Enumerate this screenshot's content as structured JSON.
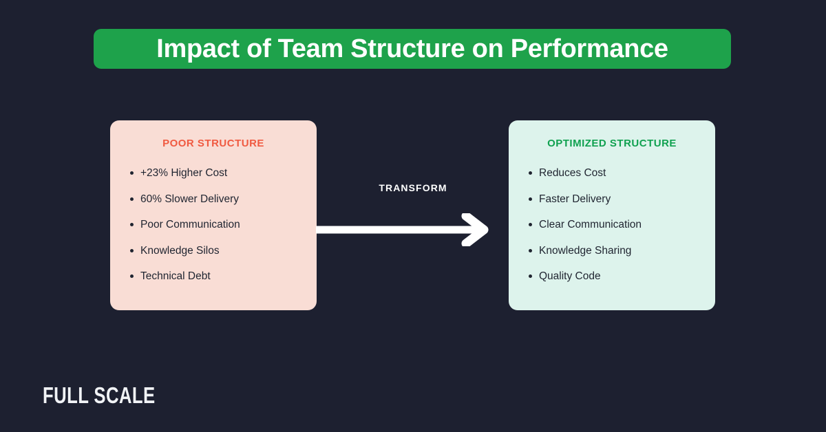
{
  "theme": {
    "background": "#1d2030",
    "banner_green": "#1ea24b",
    "poor_card_fill": "#f9ddd5",
    "optimized_card_fill": "#ddf3ec",
    "poor_accent": "#f05a41",
    "optimized_accent": "#10a150",
    "text_dark": "#1f2430",
    "text_light": "#ffffff"
  },
  "header": {
    "title": "Impact of Team Structure on Performance"
  },
  "comparison": {
    "left_card": {
      "heading": "POOR STRUCTURE",
      "items": [
        "+23% Higher Cost",
        "60% Slower Delivery",
        "Poor Communication",
        "Knowledge Silos",
        "Technical Debt"
      ]
    },
    "connector": {
      "label": "TRANSFORM",
      "icon": "arrow-right-icon"
    },
    "right_card": {
      "heading": "OPTIMIZED STRUCTURE",
      "items": [
        "Reduces Cost",
        "Faster Delivery",
        "Clear Communication",
        "Knowledge Sharing",
        "Quality Code"
      ]
    }
  },
  "footer": {
    "logo_text": "FULL SCALE"
  }
}
